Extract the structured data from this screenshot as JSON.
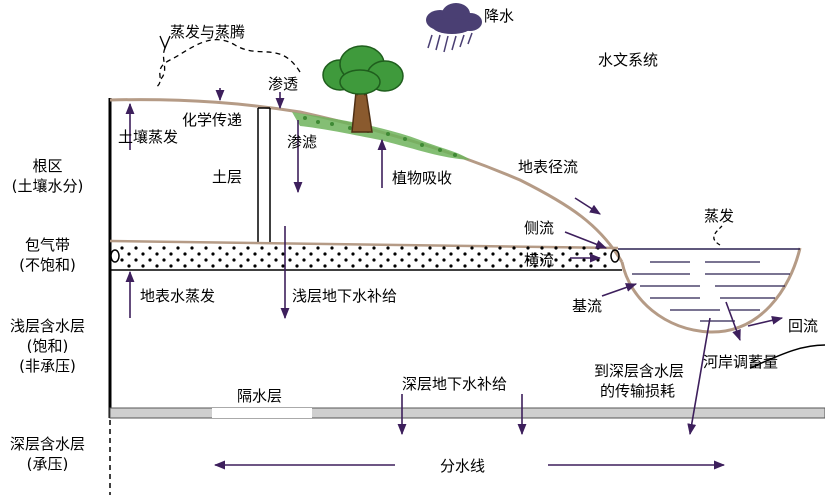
{
  "title": "水文系统",
  "labels": {
    "precipitation": "降水",
    "evapotranspiration": "蒸发与蒸腾",
    "infiltration": "渗透",
    "chemical_transfer": "化学传递",
    "soil_evaporation": "土壤蒸发",
    "percolation": "渗滤",
    "soil_layer": "土层",
    "plant_uptake": "植物吸收",
    "surface_runoff": "地表径流",
    "interflow": "侧流",
    "lateral_flow": "横流",
    "evaporation": "蒸发",
    "groundwater_evaporation": "地表水蒸发",
    "shallow_recharge": "浅层地下水补给",
    "baseflow": "基流",
    "return_flow": "回流",
    "bank_storage": "河岸调蓄量",
    "deep_loss_line1": "到深层含水层",
    "deep_loss_line2": "的传输损耗",
    "aquitard": "隔水层",
    "deep_recharge": "深层地下水补给",
    "divide": "分水线"
  },
  "zones": {
    "root_zone_line1": "根区",
    "root_zone_line2": "(土壤水分)",
    "vadose_line1": "包气带",
    "vadose_line2": "(不饱和)",
    "shallow_line1": "浅层含水层",
    "shallow_line2": "(饱和)",
    "shallow_line3": "(非承压)",
    "deep_line1": "深层含水层",
    "deep_line2": "(承压)"
  },
  "colors": {
    "arrow": "#3d1f5c",
    "ground_surface": "#b59b86",
    "tree_foliage": "#3f9a3c",
    "grass": "#6fb35c",
    "trunk": "#8a5a2e",
    "cloud": "#4a3f73",
    "aquitard": "#cfcfcf",
    "water_line": "#2a2050"
  }
}
